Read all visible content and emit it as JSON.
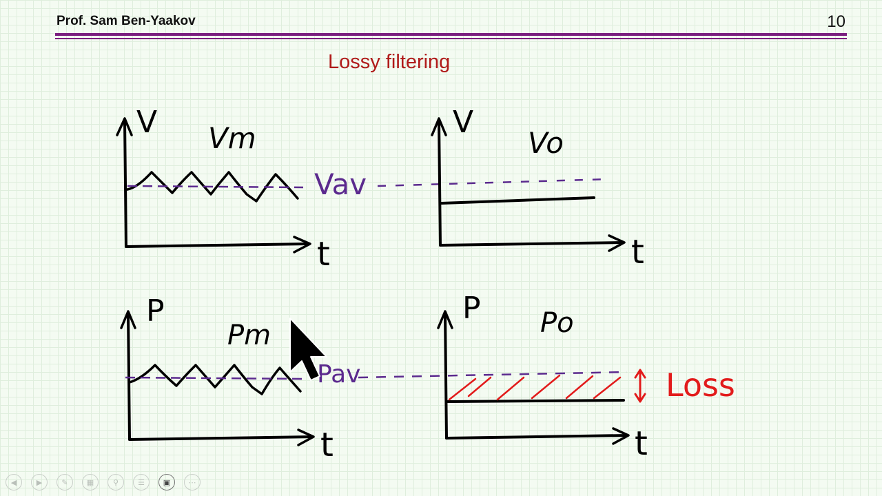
{
  "header": {
    "author": "Prof. Sam Ben-Yaakov",
    "page_number": "10"
  },
  "slide": {
    "title": "Lossy filtering"
  },
  "panels": {
    "top_left": {
      "y_axis": "V",
      "x_axis": "t",
      "signal": "Vm",
      "average": "Vav"
    },
    "top_right": {
      "y_axis": "V",
      "x_axis": "t",
      "signal": "Vo"
    },
    "bottom_left": {
      "y_axis": "P",
      "x_axis": "t",
      "signal": "Pm",
      "average": "Pav"
    },
    "bottom_right": {
      "y_axis": "P",
      "x_axis": "t",
      "signal": "Po",
      "annotation": "Loss"
    }
  },
  "colors": {
    "ink": "#000000",
    "average_line": "#5b2a8e",
    "loss": "#e21b1b",
    "title": "#b01a1a",
    "rule": "#7a1f7f"
  },
  "toolbar": {
    "icons": [
      "prev-icon",
      "next-icon",
      "pen-icon",
      "pages-icon",
      "zoom-icon",
      "menu-icon",
      "video-icon",
      "more-icon"
    ]
  }
}
